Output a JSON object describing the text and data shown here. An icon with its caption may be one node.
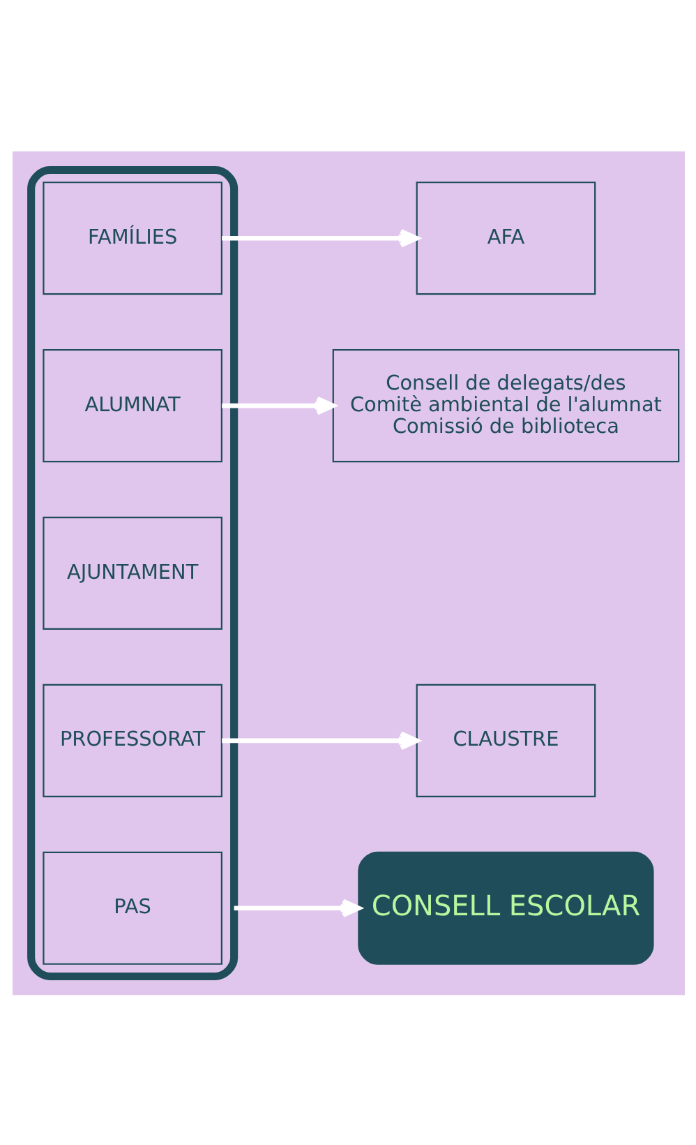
{
  "diagram": {
    "nodes": [
      {
        "text": [],
        "shape": "box"
      },
      {
        "text": [
          "FAMÍLIES"
        ],
        "in": 0
      },
      {
        "text": [
          "AFA"
        ]
      },
      {
        "text": [
          "ALUMNAT"
        ],
        "in": 0
      },
      {
        "text": [
          "Consell de delegats/des",
          "Comitè ambiental de l'alumnat",
          "Comissió de biblioteca"
        ]
      },
      {
        "text": [
          "AJUNTAMENT"
        ],
        "in": 0
      },
      {
        "text": [
          "PROFESSORAT"
        ],
        "in": 0
      },
      {
        "text": [
          "CLAUSTRE"
        ]
      },
      {
        "text": [
          "PAS"
        ],
        "in": 0
      },
      {
        "text": [
          "CONSELL ESCOLAR"
        ]
      }
    ],
    "edges": [
      {
        "from": 1,
        "to": 2,
        "arrow": "to"
      },
      {
        "from": 3,
        "to": 4,
        "arrow": "to"
      },
      {
        "from": 6,
        "to": 7,
        "arrow": "to"
      },
      {
        "from": 0,
        "to": 9,
        "arrow": "to"
      }
    ]
  }
}
